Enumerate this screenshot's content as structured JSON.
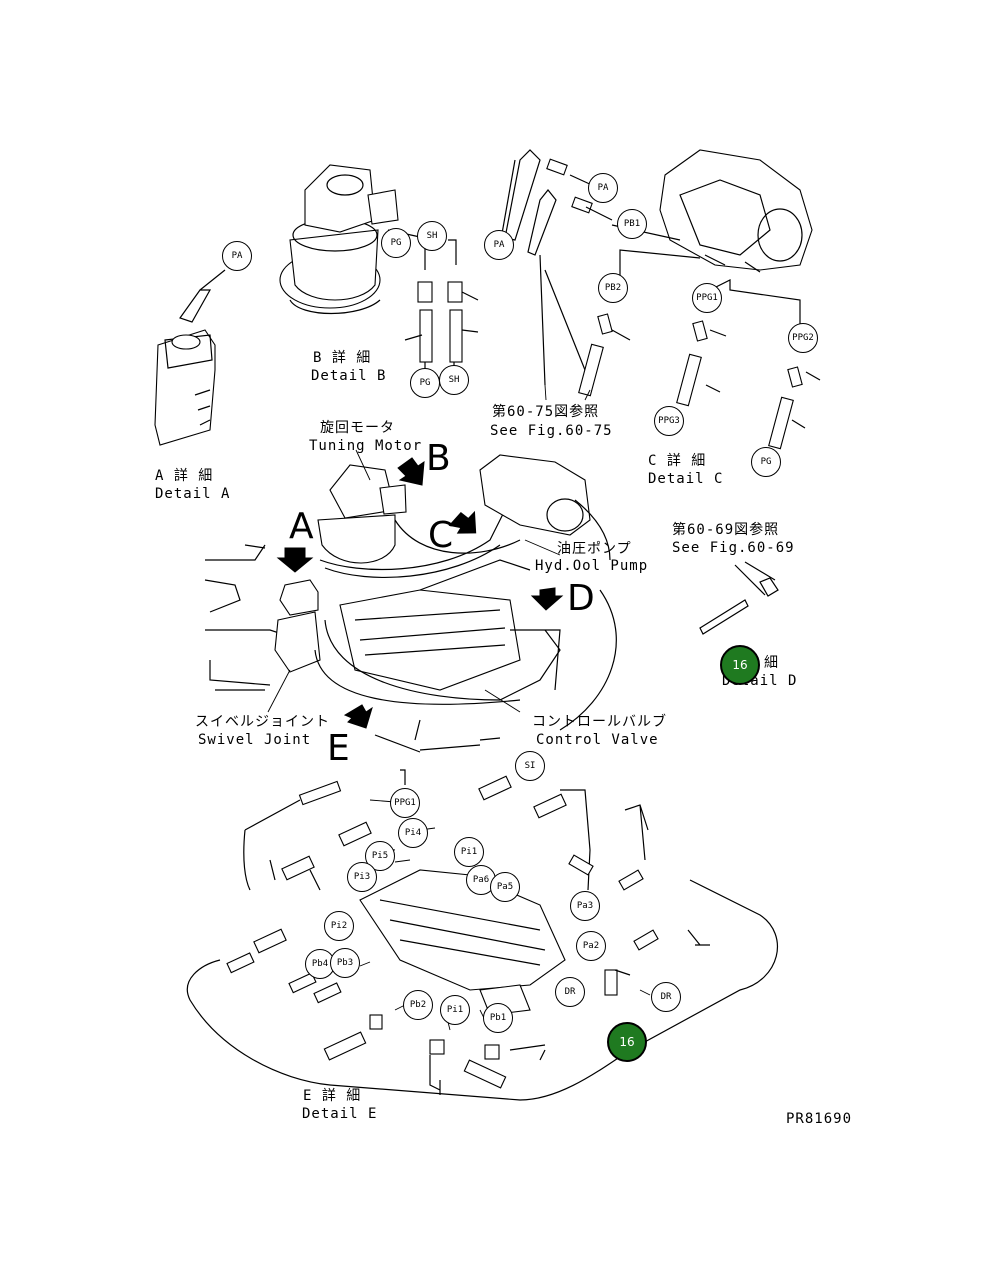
{
  "figure_id": "PR81690",
  "details": {
    "a": {
      "ja": "A 詳 細",
      "en": "Detail A"
    },
    "b": {
      "ja": "B 詳 細",
      "en": "Detail B"
    },
    "c": {
      "ja": "C 詳 細",
      "en": "Detail C"
    },
    "d": {
      "ja": "細",
      "en": "Detail D"
    },
    "e": {
      "ja": "E 詳 細",
      "en": "Detail E"
    }
  },
  "components": {
    "turning_motor": {
      "ja": "旋回モータ",
      "en": "Tuning Motor"
    },
    "hyd_pump": {
      "ja": "油圧ポンプ",
      "en": "Hyd.Ool Pump"
    },
    "swivel_joint": {
      "ja": "スイベルジョイント",
      "en": "Swivel Joint"
    },
    "control_valve": {
      "ja": "コントロールバルブ",
      "en": "Control Valve"
    }
  },
  "references": {
    "fig_60_75": {
      "ja": "第60-75図参照",
      "en": "See Fig.60-75"
    },
    "fig_60_69": {
      "ja": "第60-69図参照",
      "en": "See Fig.60-69"
    }
  },
  "view_letters": [
    "A",
    "B",
    "C",
    "D",
    "E"
  ],
  "callouts": {
    "pa_a": "PA",
    "pg_b": "PG",
    "sh_b": "SH",
    "pg_b2": "PG",
    "sh_b2": "SH",
    "pa_c1": "PA",
    "pa_c2": "PA",
    "pb1": "PB1",
    "pb2": "PB2",
    "ppg1": "PPG1",
    "ppg2": "PPG2",
    "ppg3": "PPG3",
    "pg_c": "PG",
    "si": "SI",
    "ppg1_e": "PPG1",
    "pi4": "Pi4",
    "pi5": "Pi5",
    "pi3": "Pi3",
    "pi2": "Pi2",
    "pi1": "Pi1",
    "pa6": "Pa6",
    "pa5": "Pa5",
    "pa3": "Pa3",
    "pa2": "Pa2",
    "pb4": "Pb4",
    "pb3": "Pb3",
    "pb2_e": "Pb2",
    "pi1b": "Pi1",
    "pb1_e": "Pb1",
    "dr1": "DR",
    "dr2": "DR"
  },
  "markers": [
    "16",
    "16"
  ]
}
